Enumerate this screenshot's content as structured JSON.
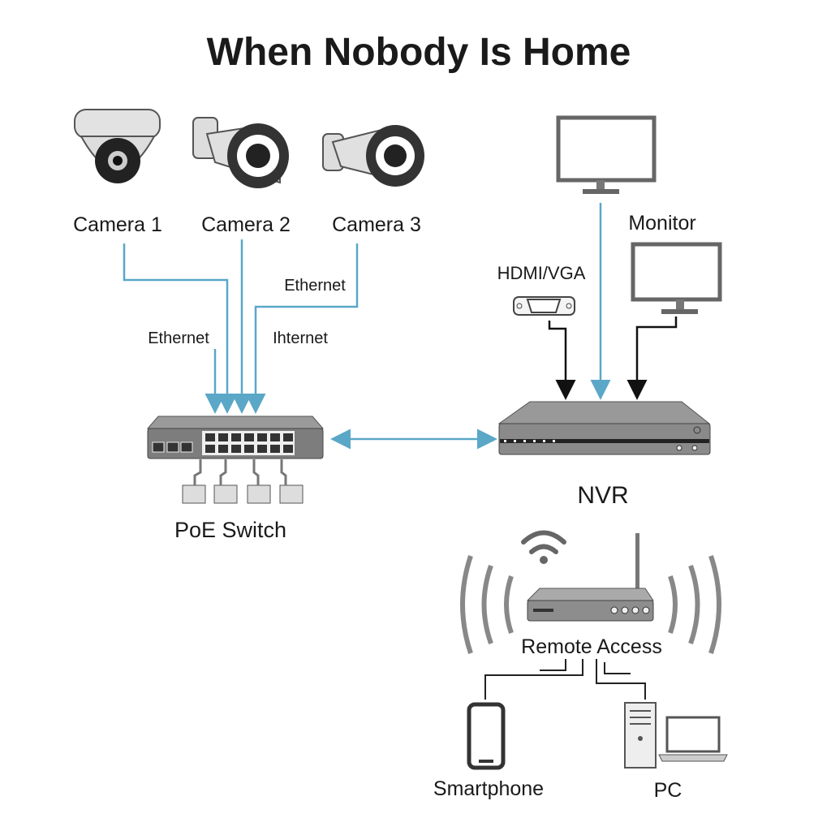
{
  "title": "When Nobody Is Home",
  "cameras": [
    "Camera 1",
    "Camera 2",
    "Camera 3"
  ],
  "links": {
    "ethernet_1": "Ethernet",
    "ethernet_2": "Ethernet",
    "ethernet_3": "Ihternet",
    "hdmi_vga": "HDMI/VGA"
  },
  "devices": {
    "monitor": "Monitor",
    "switch": "PoE Switch",
    "nvr": "NVR",
    "router": "Remote Access",
    "smartphone": "Smartphone",
    "pc": "PC"
  },
  "colors": {
    "link_blue": "#5aa7c8",
    "device_gray": "#8a8a8a",
    "text": "#1a1a1a"
  }
}
